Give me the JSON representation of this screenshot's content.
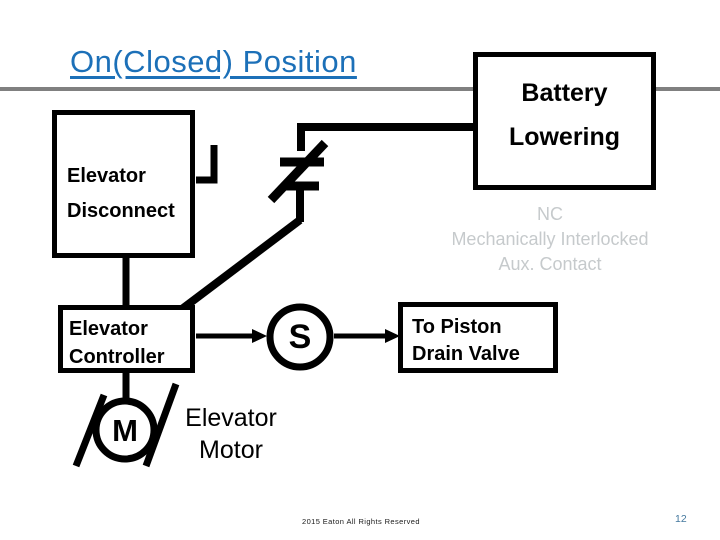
{
  "slide": {
    "title": "On(Closed) Position",
    "footer": "2015 Eaton All Rights Reserved",
    "page_number": "12"
  },
  "diagram": {
    "battery_box": {
      "line1": "Battery",
      "line2": "Lowering"
    },
    "disconnect_box": {
      "line1": "Elevator",
      "line2": "Disconnect"
    },
    "controller_box": {
      "line1": "Elevator",
      "line2": "Controller"
    },
    "valve_box": {
      "line1": "To Piston",
      "line2": "Drain Valve"
    },
    "nc_label": {
      "line1": "NC",
      "line2": "Mechanically Interlocked",
      "line3": "Aux. Contact"
    },
    "solenoid_symbol": "S",
    "motor_symbol": "M",
    "motor_label": {
      "line1": "Elevator",
      "line2": "Motor"
    }
  },
  "colors": {
    "title_blue": "#1C70B8",
    "divider_gray": "#808080",
    "nc_label_gray": "#C6CACC",
    "page_number_blue": "#44789E",
    "diagram_black": "#000000"
  }
}
